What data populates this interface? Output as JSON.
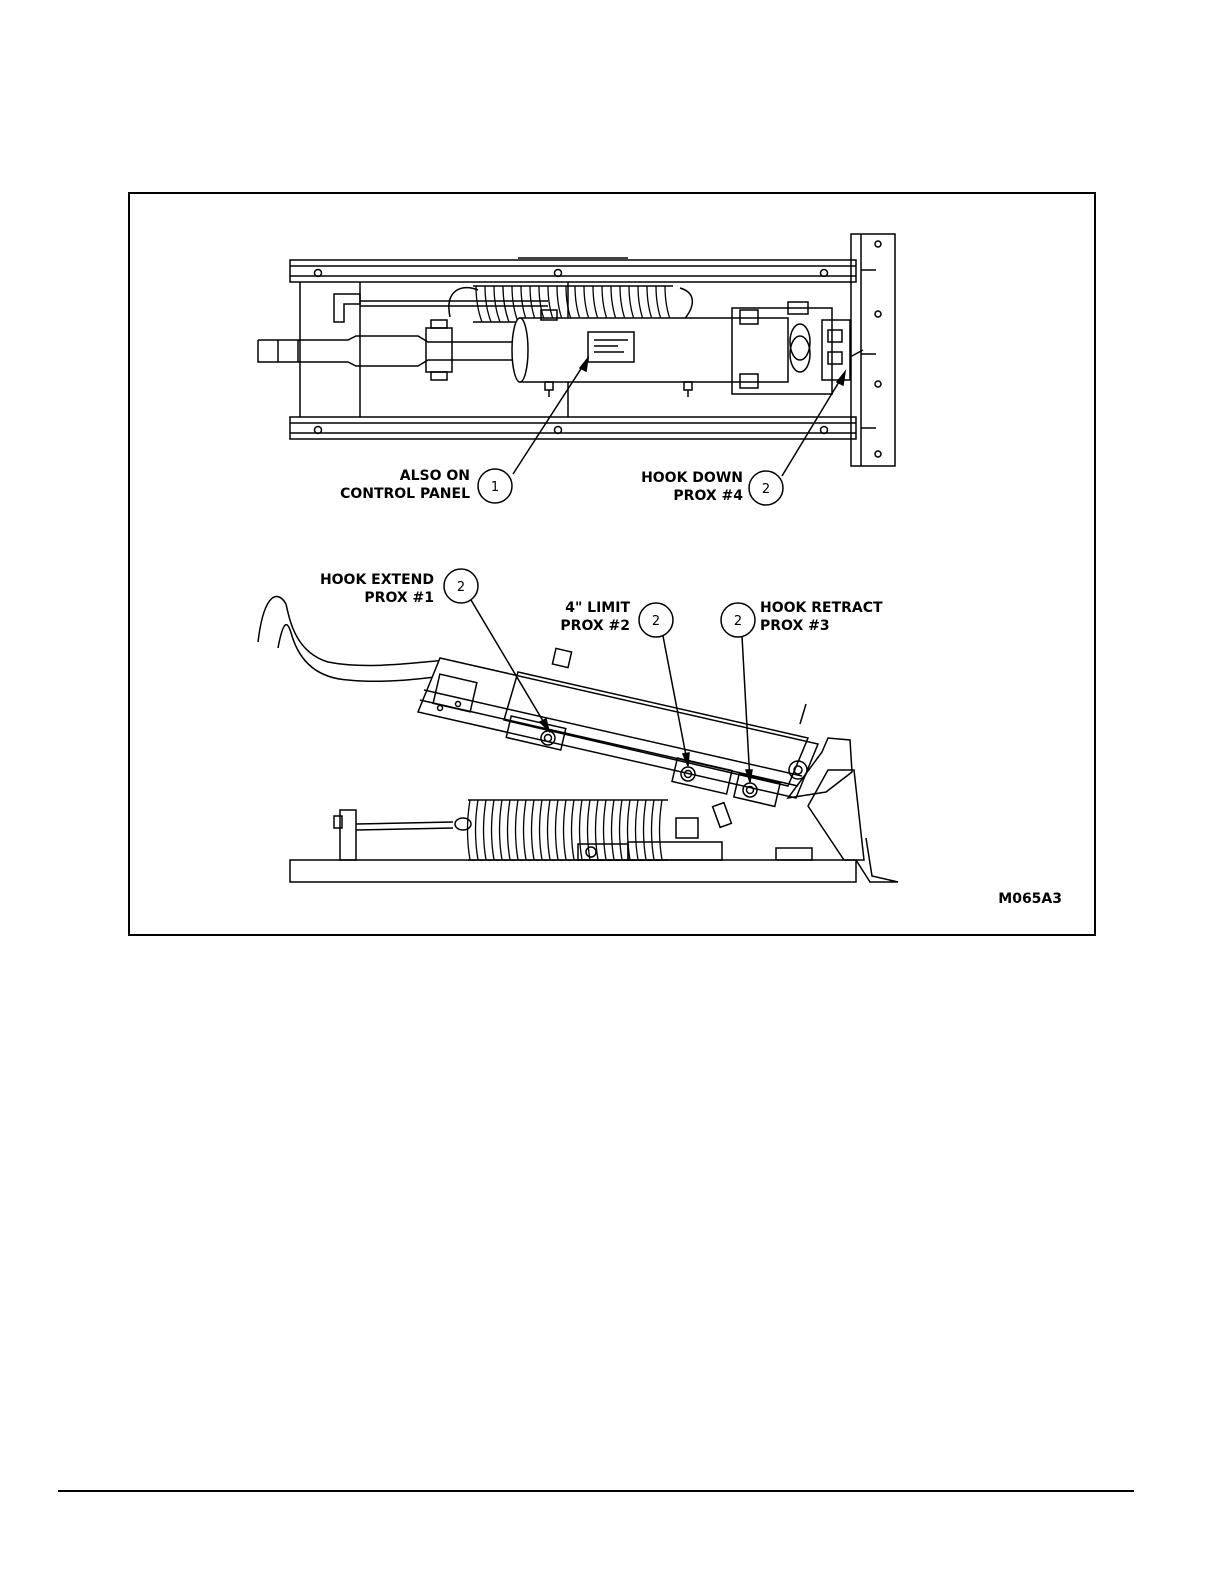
{
  "callouts": {
    "also_on_line1": "ALSO ON",
    "also_on_line2": "CONTROL PANEL",
    "also_on_num": "1",
    "hook_down_line1": "HOOK DOWN",
    "hook_down_line2": "PROX #4",
    "hook_down_num": "2",
    "hook_extend_line1": "HOOK EXTEND",
    "hook_extend_line2": "PROX #1",
    "hook_extend_num": "2",
    "limit_line1": "4\" LIMIT",
    "limit_line2": "PROX #2",
    "limit_num": "2",
    "hook_retract_line1": "HOOK RETRACT",
    "hook_retract_line2": "PROX #3",
    "hook_retract_num": "2"
  },
  "figure_id": "M065A3"
}
